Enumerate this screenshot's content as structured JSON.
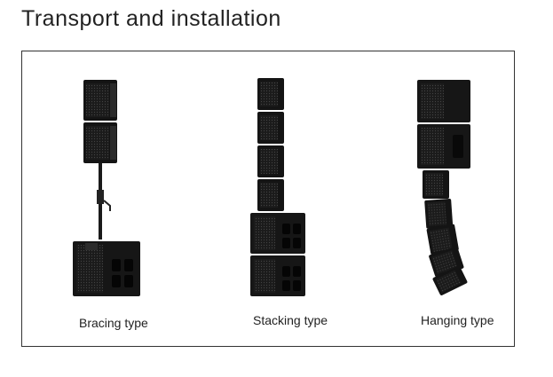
{
  "page": {
    "title": "Transport and installation"
  },
  "figures": [
    {
      "label": "Bracing type"
    },
    {
      "label": "Stacking type"
    },
    {
      "label": "Hanging type"
    }
  ]
}
